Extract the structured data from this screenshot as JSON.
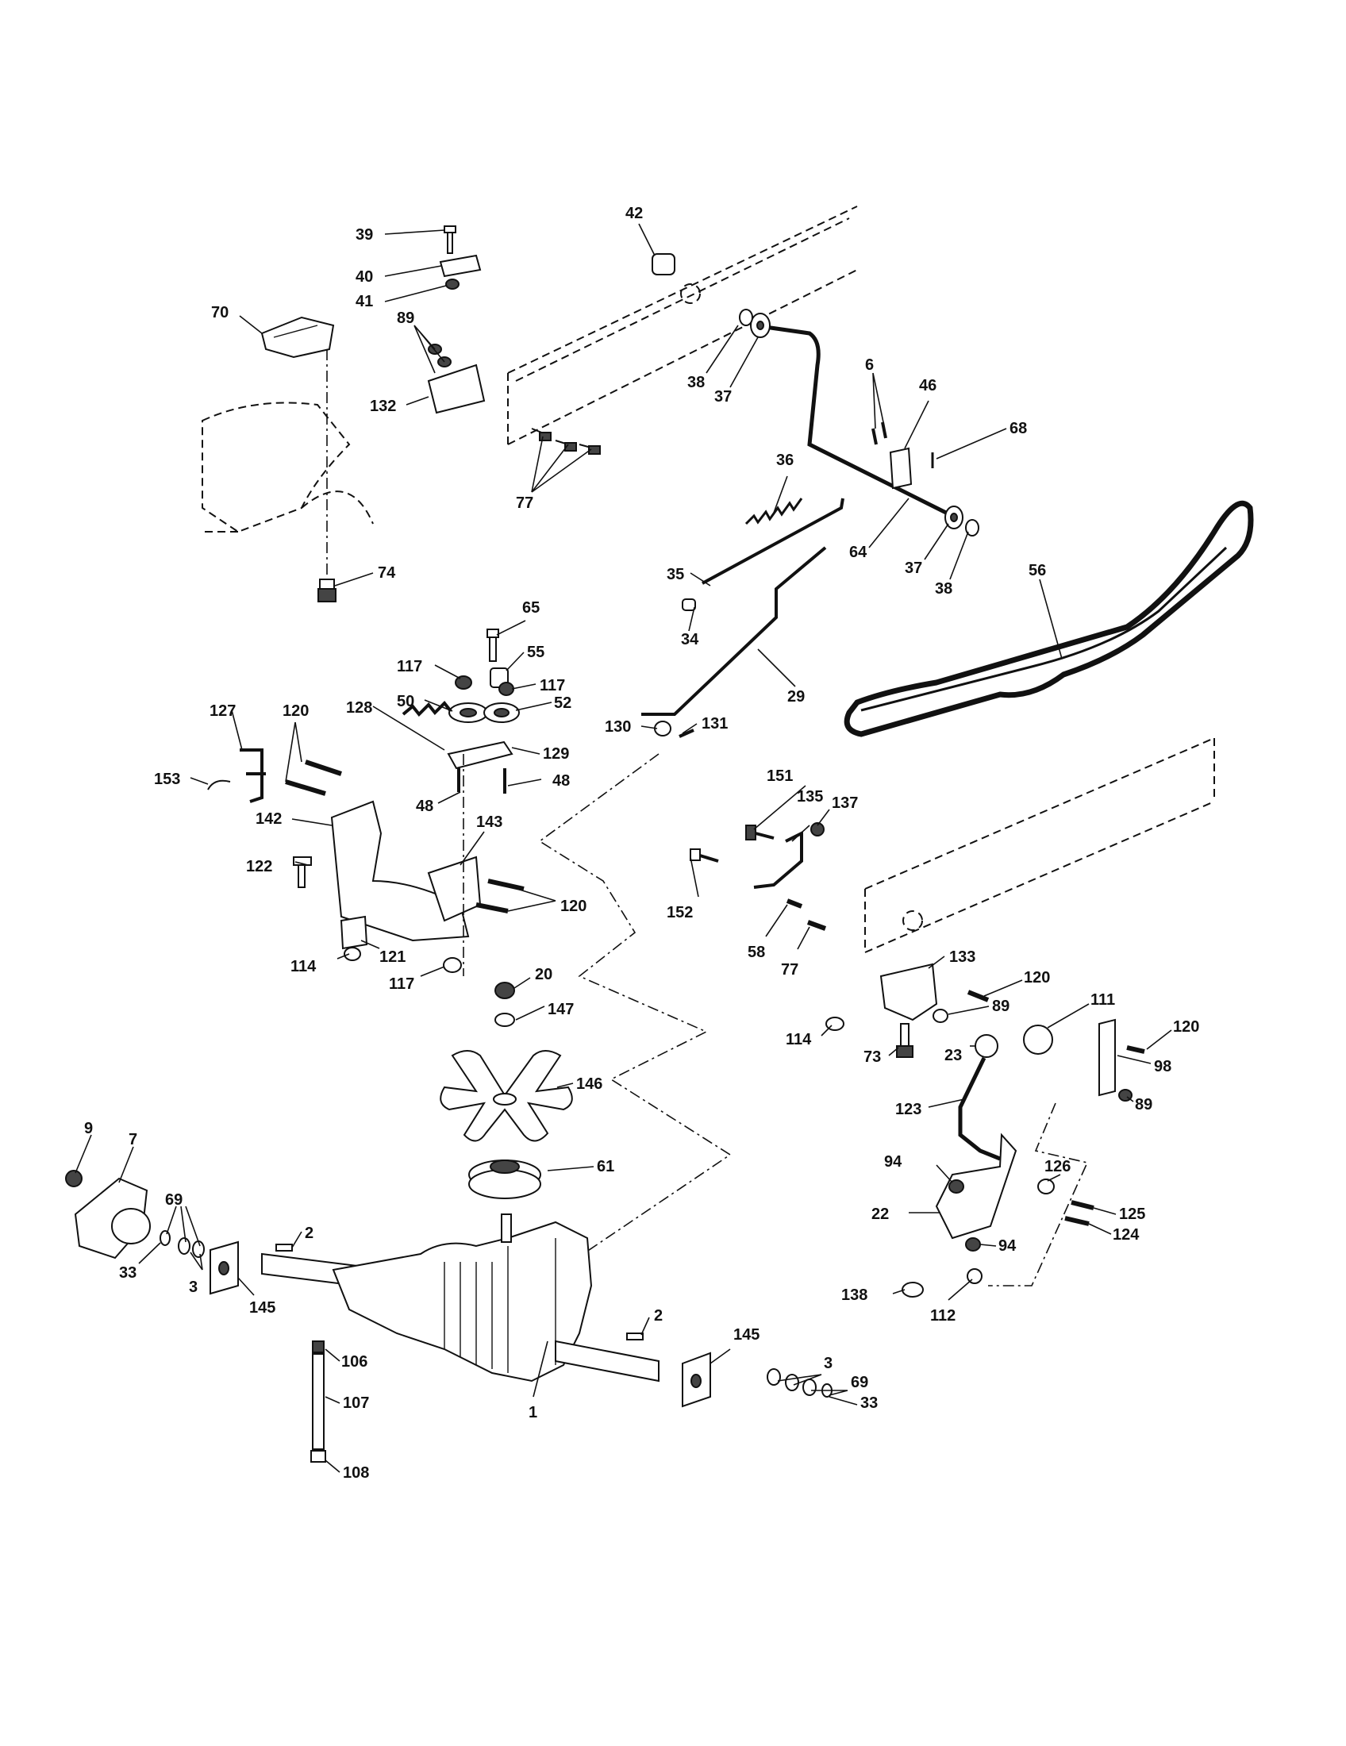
{
  "callouts": [
    {
      "id": "39",
      "label": "39"
    },
    {
      "id": "40",
      "label": "40"
    },
    {
      "id": "41",
      "label": "41"
    },
    {
      "id": "42",
      "label": "42"
    },
    {
      "id": "70",
      "label": "70"
    },
    {
      "id": "89a",
      "label": "89"
    },
    {
      "id": "132",
      "label": "132"
    },
    {
      "id": "77a",
      "label": "77"
    },
    {
      "id": "38a",
      "label": "38"
    },
    {
      "id": "37a",
      "label": "37"
    },
    {
      "id": "6",
      "label": "6"
    },
    {
      "id": "46",
      "label": "46"
    },
    {
      "id": "68",
      "label": "68"
    },
    {
      "id": "36",
      "label": "36"
    },
    {
      "id": "64",
      "label": "64"
    },
    {
      "id": "37b",
      "label": "37"
    },
    {
      "id": "38b",
      "label": "38"
    },
    {
      "id": "56",
      "label": "56"
    },
    {
      "id": "74",
      "label": "74"
    },
    {
      "id": "35",
      "label": "35"
    },
    {
      "id": "34",
      "label": "34"
    },
    {
      "id": "29",
      "label": "29"
    },
    {
      "id": "65",
      "label": "65"
    },
    {
      "id": "55",
      "label": "55"
    },
    {
      "id": "117a",
      "label": "117"
    },
    {
      "id": "117b",
      "label": "117"
    },
    {
      "id": "50",
      "label": "50"
    },
    {
      "id": "52",
      "label": "52"
    },
    {
      "id": "127",
      "label": "127"
    },
    {
      "id": "120a",
      "label": "120"
    },
    {
      "id": "128",
      "label": "128"
    },
    {
      "id": "129",
      "label": "129"
    },
    {
      "id": "153",
      "label": "153"
    },
    {
      "id": "48a",
      "label": "48"
    },
    {
      "id": "48b",
      "label": "48"
    },
    {
      "id": "130",
      "label": "130"
    },
    {
      "id": "131",
      "label": "131"
    },
    {
      "id": "142",
      "label": "142"
    },
    {
      "id": "143",
      "label": "143"
    },
    {
      "id": "151",
      "label": "151"
    },
    {
      "id": "135",
      "label": "135"
    },
    {
      "id": "137",
      "label": "137"
    },
    {
      "id": "122",
      "label": "122"
    },
    {
      "id": "120b",
      "label": "120"
    },
    {
      "id": "152",
      "label": "152"
    },
    {
      "id": "114a",
      "label": "114"
    },
    {
      "id": "121",
      "label": "121"
    },
    {
      "id": "117c",
      "label": "117"
    },
    {
      "id": "58",
      "label": "58"
    },
    {
      "id": "77b",
      "label": "77"
    },
    {
      "id": "133",
      "label": "133"
    },
    {
      "id": "120c",
      "label": "120"
    },
    {
      "id": "20",
      "label": "20"
    },
    {
      "id": "147",
      "label": "147"
    },
    {
      "id": "89b",
      "label": "89"
    },
    {
      "id": "111",
      "label": "111"
    },
    {
      "id": "114b",
      "label": "114"
    },
    {
      "id": "73",
      "label": "73"
    },
    {
      "id": "23",
      "label": "23"
    },
    {
      "id": "120d",
      "label": "120"
    },
    {
      "id": "98",
      "label": "98"
    },
    {
      "id": "146",
      "label": "146"
    },
    {
      "id": "89c",
      "label": "89"
    },
    {
      "id": "123",
      "label": "123"
    },
    {
      "id": "9",
      "label": "9"
    },
    {
      "id": "7",
      "label": "7"
    },
    {
      "id": "61",
      "label": "61"
    },
    {
      "id": "126",
      "label": "126"
    },
    {
      "id": "94a",
      "label": "94"
    },
    {
      "id": "69a",
      "label": "69"
    },
    {
      "id": "22",
      "label": "22"
    },
    {
      "id": "125",
      "label": "125"
    },
    {
      "id": "124",
      "label": "124"
    },
    {
      "id": "2a",
      "label": "2"
    },
    {
      "id": "94b",
      "label": "94"
    },
    {
      "id": "33a",
      "label": "33"
    },
    {
      "id": "3a",
      "label": "3"
    },
    {
      "id": "145a",
      "label": "145"
    },
    {
      "id": "138",
      "label": "138"
    },
    {
      "id": "112",
      "label": "112"
    },
    {
      "id": "2b",
      "label": "2"
    },
    {
      "id": "145b",
      "label": "145"
    },
    {
      "id": "106",
      "label": "106"
    },
    {
      "id": "3b",
      "label": "3"
    },
    {
      "id": "69b",
      "label": "69"
    },
    {
      "id": "33b",
      "label": "33"
    },
    {
      "id": "107",
      "label": "107"
    },
    {
      "id": "1",
      "label": "1"
    },
    {
      "id": "108",
      "label": "108"
    }
  ]
}
